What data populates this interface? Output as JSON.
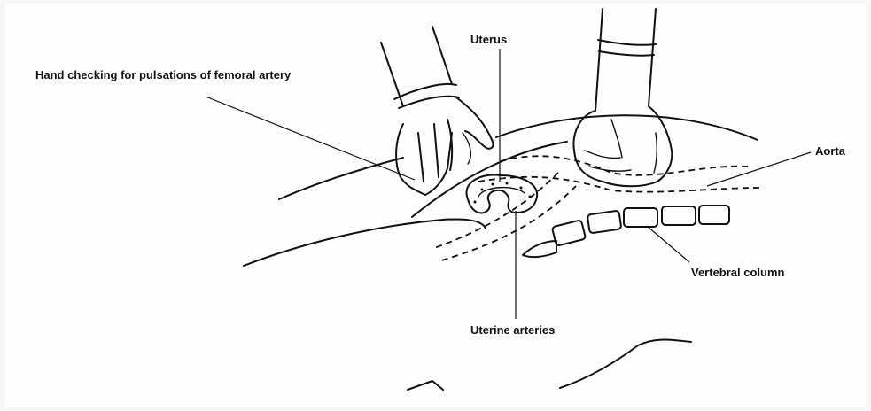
{
  "labels": {
    "hand": "Hand checking for pulsations of femoral artery",
    "uterus": "Uterus",
    "aorta": "Aorta",
    "vertebral_column": "Vertebral column",
    "uterine_arteries": "Uterine arteries"
  },
  "colors": {
    "ink": "#111111",
    "background": "#fdfdfd"
  }
}
